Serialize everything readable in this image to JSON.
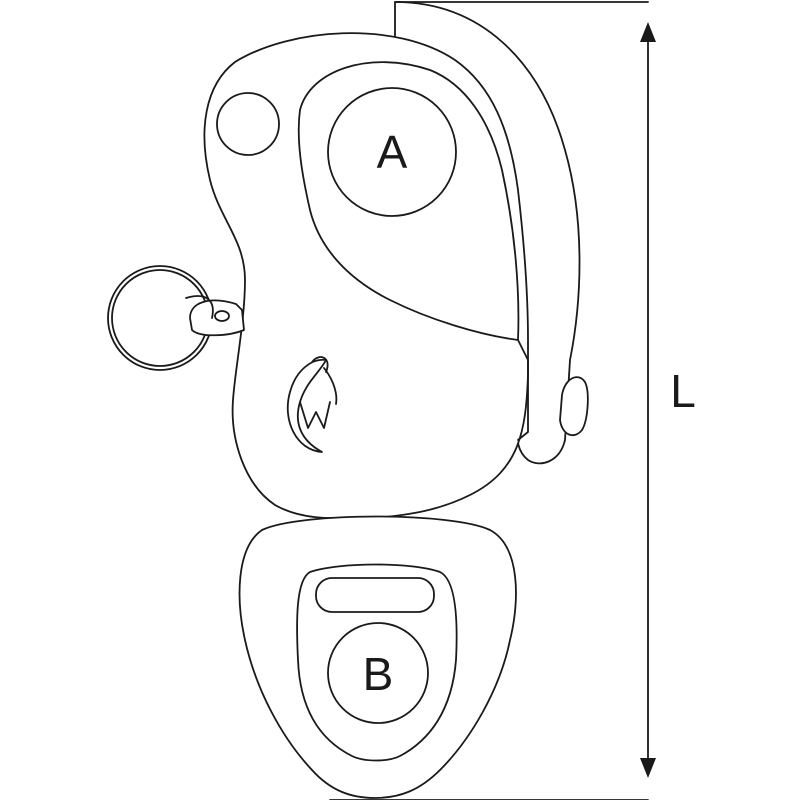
{
  "labels": {
    "upper_opening": "A",
    "lower_eye": "B",
    "overall_length": "L"
  },
  "colors": {
    "stroke": "#1a1a1a",
    "background": "#ffffff"
  },
  "icons": {
    "brand_logo": "w-swirl-logo-icon",
    "length_arrow": "double-arrow-icon"
  }
}
